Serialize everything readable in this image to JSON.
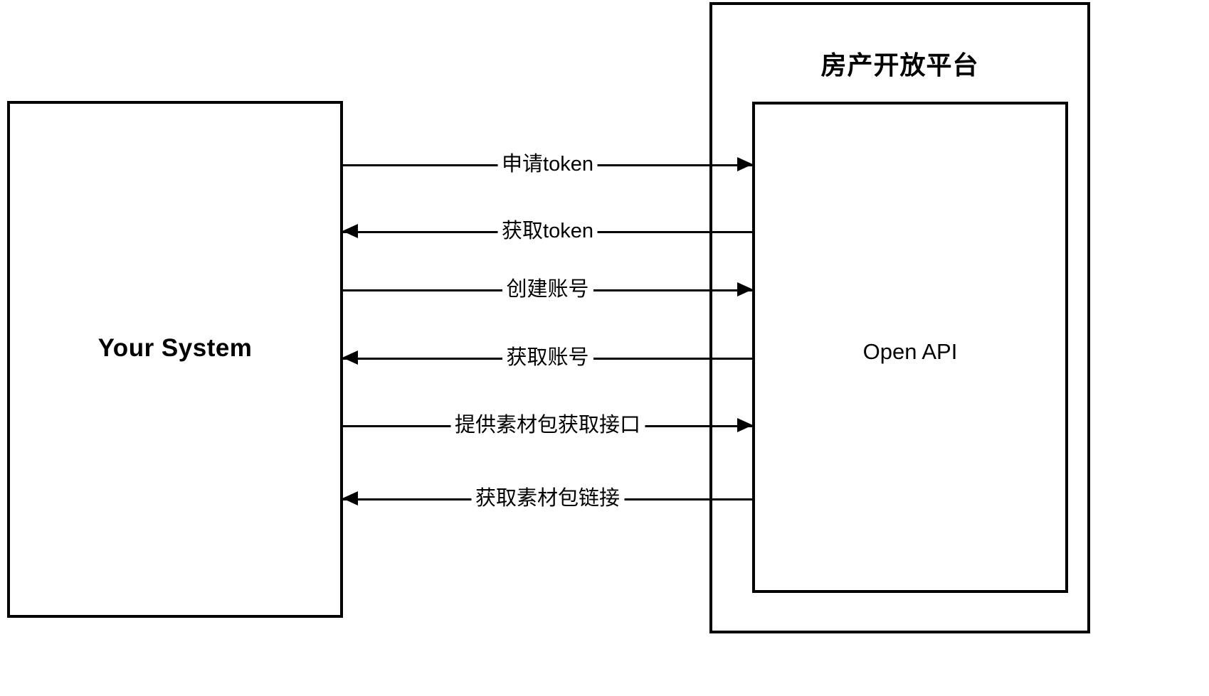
{
  "diagram": {
    "type": "sequence-interaction-diagram",
    "background_color": "#ffffff",
    "stroke_color": "#000000"
  },
  "left_actor": {
    "label": "Your System"
  },
  "right_actor": {
    "title": "房产开放平台",
    "inner_label": "Open API"
  },
  "messages": [
    {
      "label": "申请token",
      "direction": "right"
    },
    {
      "label": "获取token",
      "direction": "left"
    },
    {
      "label": "创建账号",
      "direction": "right"
    },
    {
      "label": "获取账号",
      "direction": "left"
    },
    {
      "label": "提供素材包获取接口",
      "direction": "right"
    },
    {
      "label": "获取素材包链接",
      "direction": "left"
    }
  ]
}
